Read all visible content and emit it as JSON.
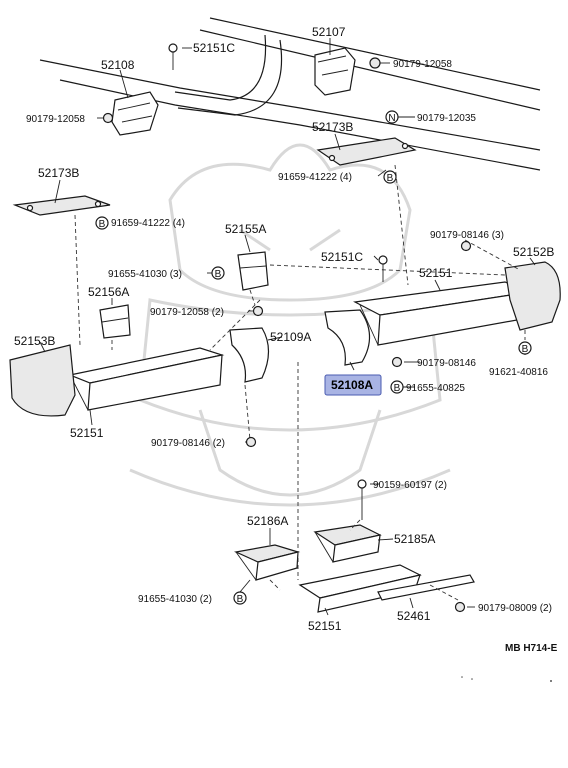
{
  "callouts": {
    "c52107": "52107",
    "c52151C_top": "52151C",
    "c52108": "52108",
    "c90179_12058_a": "90179-12058",
    "c90179_12058_b": "90179-12058",
    "c52173B_top": "52173B",
    "c90179_12035": "90179-12035",
    "c91659_41222_a": "91659-41222 (4)",
    "c52173B_left": "52173B",
    "c91659_41222_b": "91659-41222 (4)",
    "c52155A": "52155A",
    "c91655_41030_a": "91655-41030 (3)",
    "c52156A": "52156A",
    "c90179_12058_c": "90179-12058 (2)",
    "c52151C_mid": "52151C",
    "c90179_08146_a": "90179-08146 (3)",
    "c52152B": "52152B",
    "c52151_right": "52151",
    "c52153B": "52153B",
    "c52109A": "52109A",
    "c90179_08146_b": "90179-08146",
    "c91621_40816": "91621-40816",
    "c52108A": "52108A",
    "c91655_40825": "91655-40825",
    "c52151_left": "52151",
    "c90179_08146_c": "90179-08146 (2)",
    "c90159_60197": "90159-60197 (2)",
    "c52186A": "52186A",
    "c52185A": "52185A",
    "c91655_41030_b": "91655-41030 (2)",
    "c52461": "52461",
    "c90179_08009": "90179-08009 (2)",
    "c52151_bottom": "52151",
    "diagram_code": "MB  H714-E"
  },
  "markers": {
    "bolt_letter": "B",
    "nut_letter": "N"
  },
  "colors": {
    "highlight_fill": "#a9b4e4",
    "highlight_stroke": "#4a5bb0",
    "watermark": "#d8d8d8"
  }
}
